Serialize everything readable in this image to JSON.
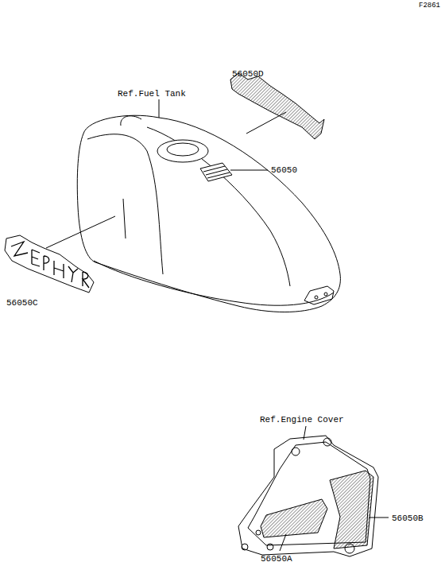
{
  "diagram": {
    "labels": [
      "F2861",
      "Ref.Fuel Tank",
      "56050D",
      "56050",
      "56050C",
      "Ref.Engine Cover",
      "56050B",
      "56050A"
    ]
  }
}
